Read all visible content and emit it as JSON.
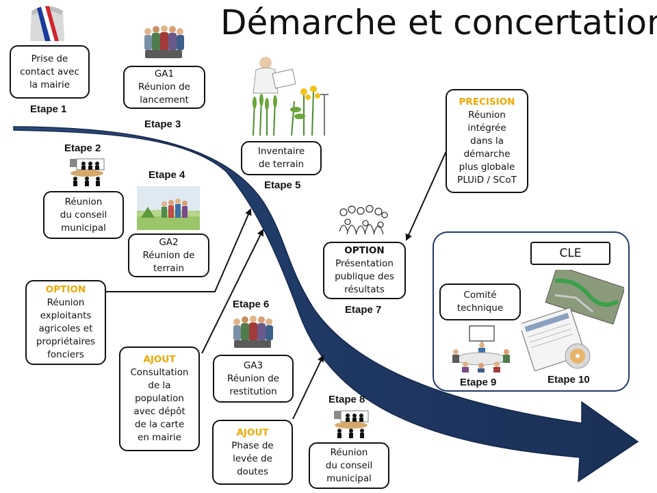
{
  "title": "Démarche et concertation",
  "steps": {
    "s1": "Etape 1",
    "s2": "Etape 2",
    "s3": "Etape 3",
    "s4": "Etape 4",
    "s5": "Etape 5",
    "s6": "Etape 6",
    "s7": "Etape 7",
    "s8": "Etape 8",
    "s9": "Etape 9",
    "s10": "Etape 10"
  },
  "boxes": {
    "contact_mairie": [
      "Prise de",
      "contact avec",
      "la mairie"
    ],
    "ga1": [
      "GA1",
      "Réunion de",
      "lancement"
    ],
    "inventaire": [
      "Inventaire",
      "de terrain"
    ],
    "conseil_1": [
      "Réunion",
      "du conseil",
      "municipal"
    ],
    "ga2": [
      "GA2",
      "Réunion de",
      "terrain"
    ],
    "option_exploitants": {
      "tag": "OPTION",
      "lines": [
        "Réunion",
        "exploitants",
        "agricoles et",
        "propriétaires",
        "fonciers"
      ]
    },
    "ajout_consultation": {
      "tag": "AJOUT",
      "lines": [
        "Consultation",
        "de la",
        "population",
        "avec dépôt",
        "de la carte",
        "en mairie"
      ]
    },
    "ga3": [
      "GA3",
      "Réunion de",
      "restitution"
    ],
    "ajout_doutes": {
      "tag": "AJOUT",
      "lines": [
        "Phase de",
        "levée de",
        "doutes"
      ]
    },
    "conseil_2": [
      "Réunion",
      "du conseil",
      "municipal"
    ],
    "option_presentation": {
      "tag": "OPTION",
      "lines": [
        "Présentation",
        "publique des",
        "résultats"
      ]
    },
    "precision": {
      "tag": "PRECISION",
      "lines": [
        "Réunion",
        "intégrée",
        "dans la",
        "démarche",
        "plus globale",
        "PLUiD / SCoT"
      ]
    },
    "comite": [
      "Comité",
      "technique"
    ],
    "cle": "CLE"
  },
  "colors": {
    "arrow": "#1f3864",
    "highlight": "#f0a800"
  },
  "icons": [
    "mayor-sash-icon",
    "group-people-icon",
    "naturalist-plants-icon",
    "meeting-table-icon",
    "field-meeting-icon",
    "crowd-icon",
    "committee-meeting-icon",
    "maps-documents-icon"
  ]
}
